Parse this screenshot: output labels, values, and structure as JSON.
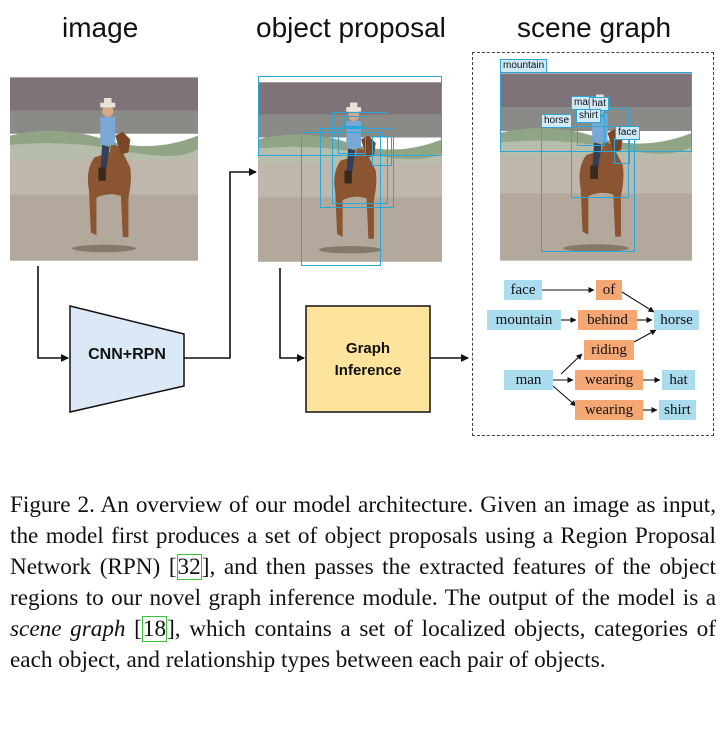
{
  "headers": {
    "image": "image",
    "proposal": "object proposal",
    "scene": "scene graph"
  },
  "modules": {
    "cnn": "CNN+RPN",
    "graph_line1": "Graph",
    "graph_line2": "Inference"
  },
  "box_tags": {
    "mountain": "mountain",
    "man": "man",
    "hat": "hat",
    "shirt": "shirt",
    "horse": "horse",
    "face": "face"
  },
  "graph": {
    "objects": {
      "face": "face",
      "mountain": "mountain",
      "horse": "horse",
      "man": "man",
      "hat": "hat",
      "shirt": "shirt"
    },
    "relations": {
      "of": "of",
      "behind": "behind",
      "riding": "riding",
      "wearing1": "wearing",
      "wearing2": "wearing"
    }
  },
  "caption": {
    "part1": "Figure 2. An overview of our model architecture. Given an image as input, the model first produces a set of object proposals using a Region Proposal Network (RPN) [",
    "cite1": "32",
    "part2": "], and then passes the extracted features of the object regions to our novel graph inference module.  The output of the model is a ",
    "emph": "scene graph",
    "part3": " [",
    "cite2": "18",
    "part4": "], which contains a set of localized objects, categories of each object, and relationship types between each pair of objects."
  },
  "colors": {
    "object_node": "#a9dcef",
    "relation_node": "#f4a772",
    "box": "#2aa7d8",
    "graph_module": "#fde49c",
    "cnn_module": "#dbe8f5"
  }
}
